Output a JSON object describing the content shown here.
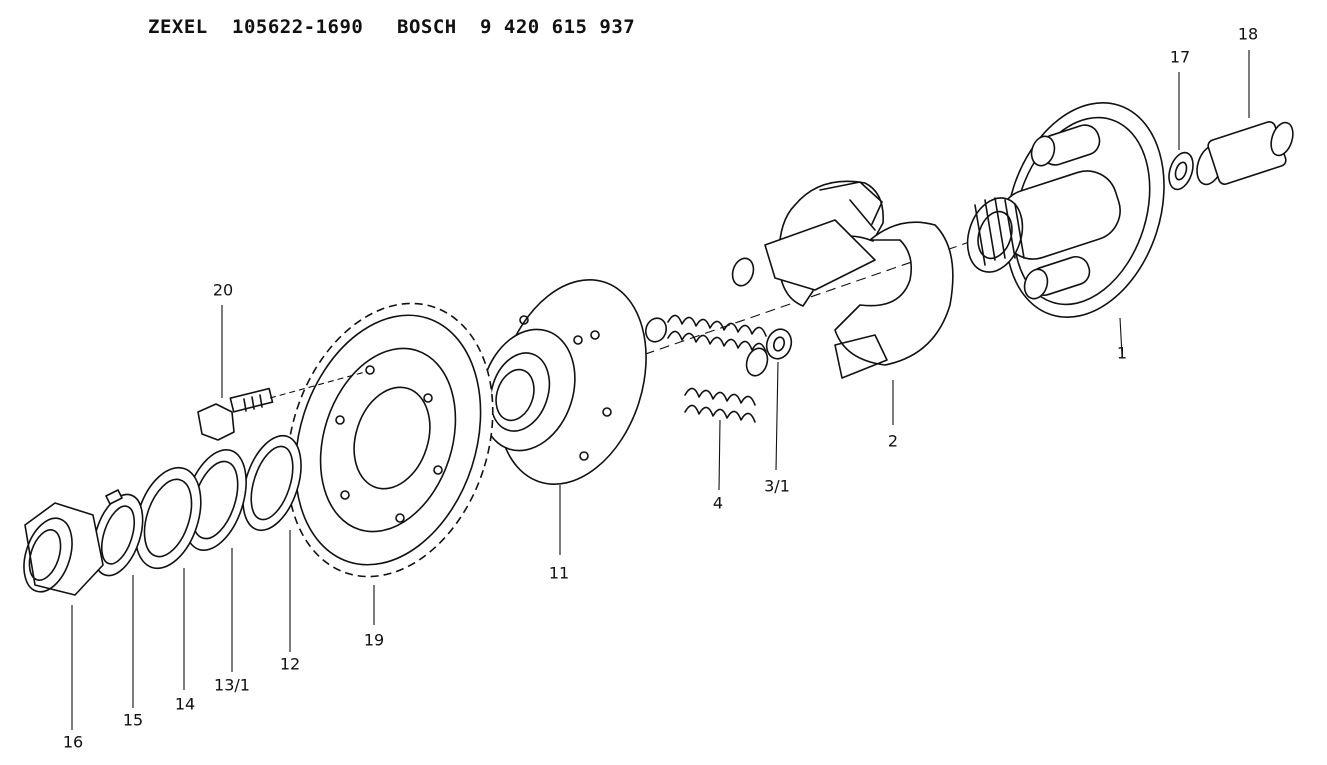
{
  "header": {
    "maker1": "ZEXEL",
    "part1": "105622-1690",
    "maker2": "BOSCH",
    "part2": "9 420 615 937"
  },
  "callouts": {
    "c1": "1",
    "c2": "2",
    "c3_1": "3/1",
    "c4": "4",
    "c11": "11",
    "c12": "12",
    "c13_1": "13/1",
    "c14": "14",
    "c15": "15",
    "c16": "16",
    "c17": "17",
    "c18": "18",
    "c19": "19",
    "c20": "20"
  }
}
